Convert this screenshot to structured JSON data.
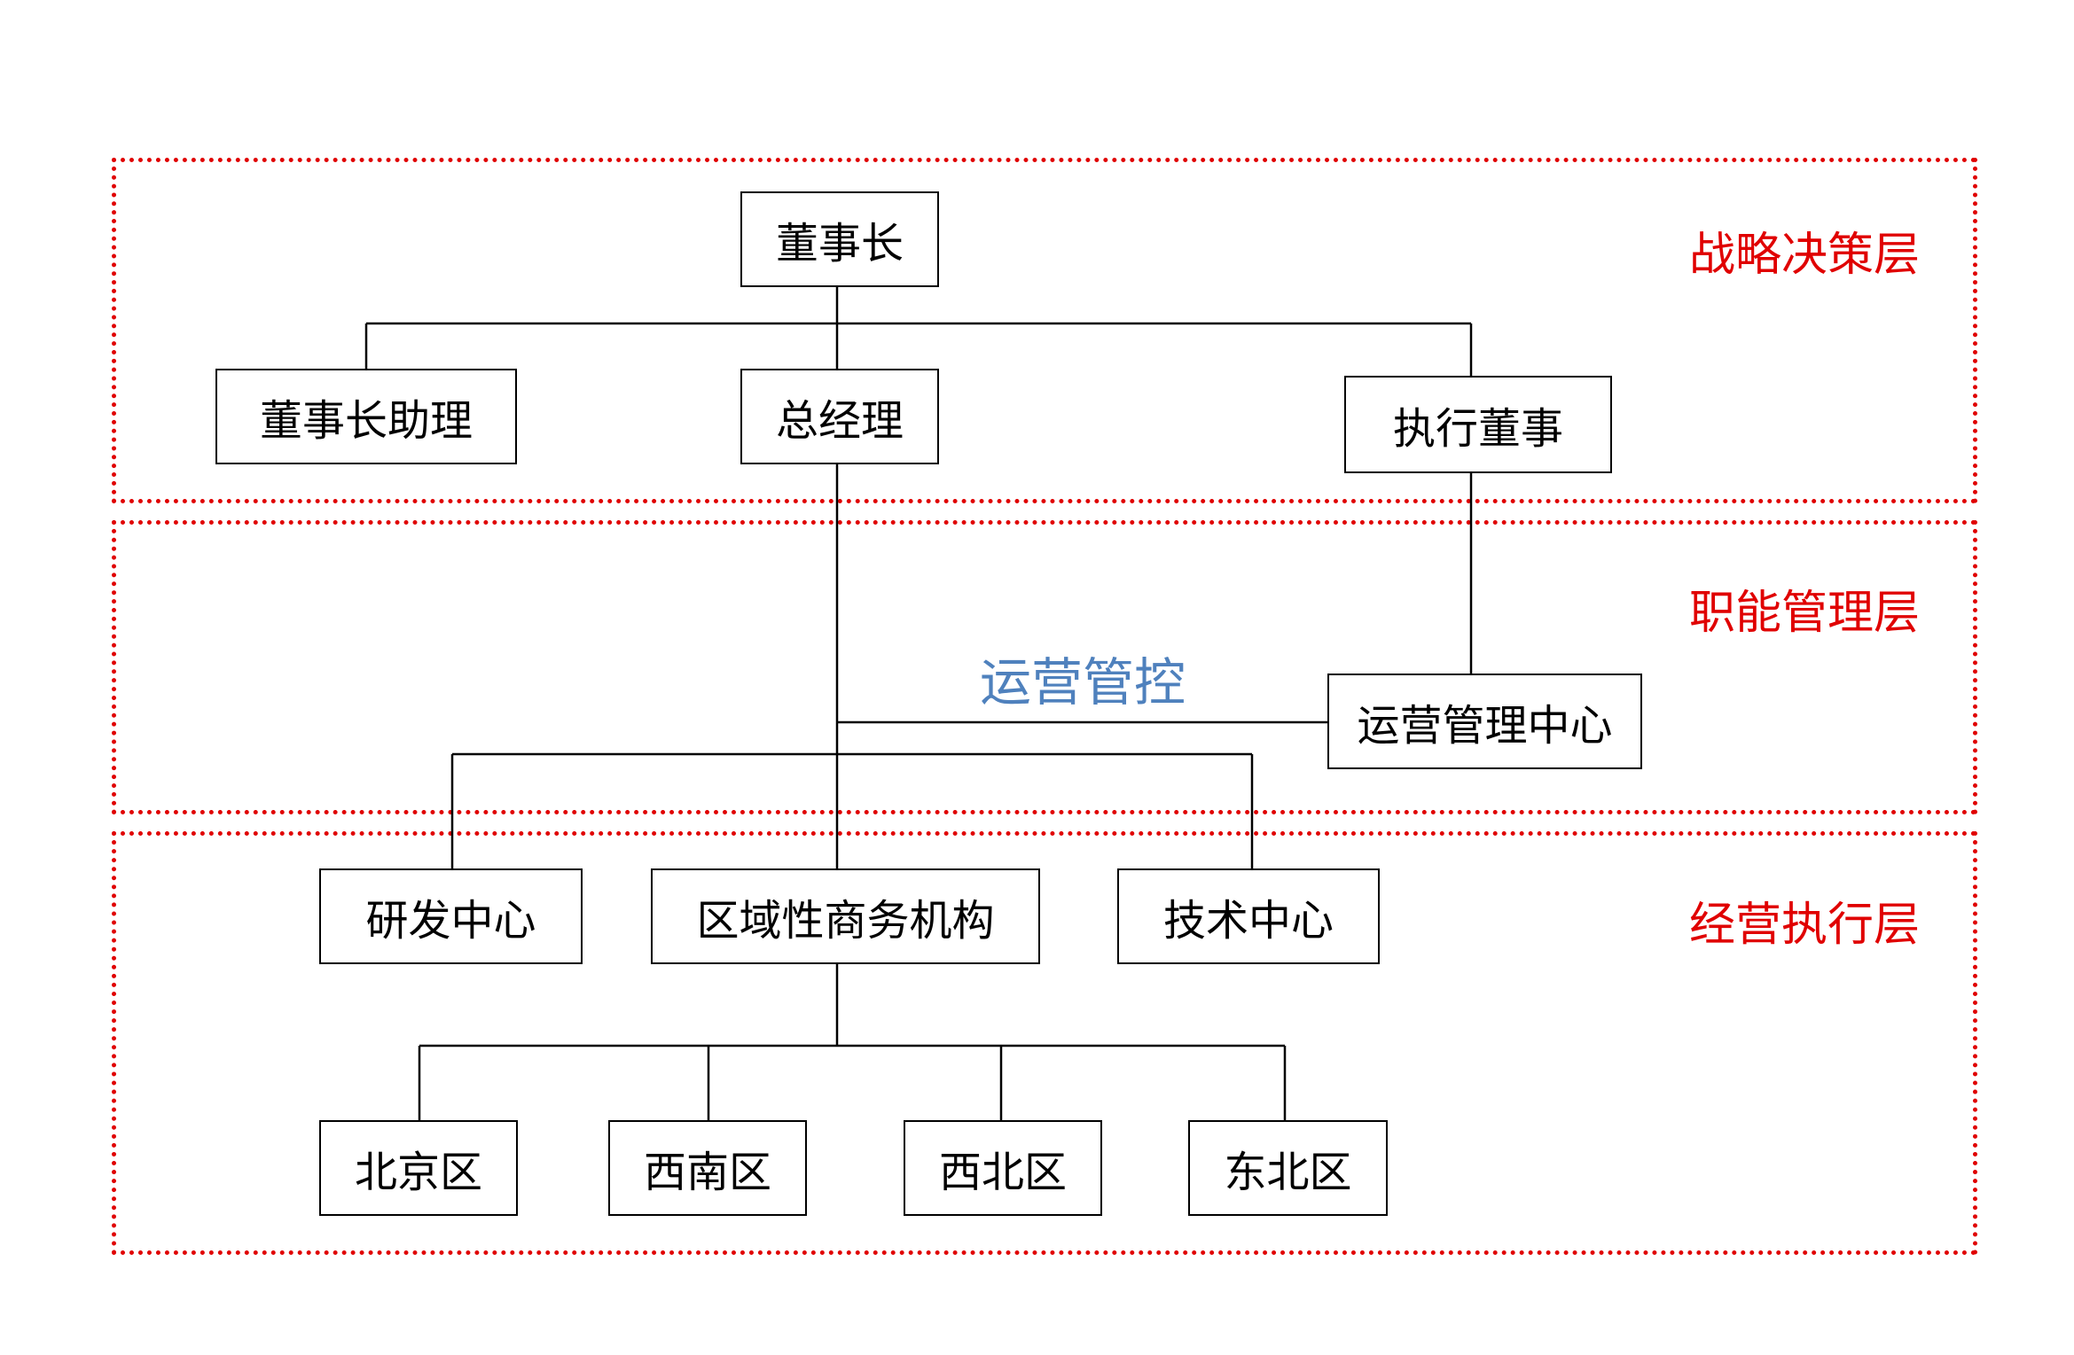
{
  "layers": {
    "strategy": "战略决策层",
    "function": "职能管理层",
    "execution": "经营执行层"
  },
  "nodes": {
    "chairman": "董事长",
    "chairman_assistant": "董事长助理",
    "general_manager": "总经理",
    "executive_director": "执行董事",
    "operations_center": "运营管理中心",
    "rnd_center": "研发中心",
    "regional_business": "区域性商务机构",
    "tech_center": "技术中心",
    "beijing": "北京区",
    "southwest": "西南区",
    "northwest": "西北区",
    "northeast": "东北区"
  },
  "annotations": {
    "operations_control": "运营管控"
  },
  "colors": {
    "layer_border": "#e00000",
    "layer_label": "#e00000",
    "annotation": "#4f81bd",
    "node_border": "#000000"
  }
}
